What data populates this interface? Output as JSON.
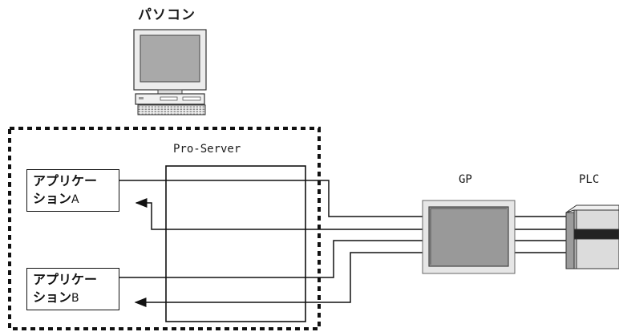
{
  "pc": {
    "label": "パソコン"
  },
  "server": {
    "label": "Pro-Server"
  },
  "gp": {
    "label": "GP"
  },
  "plc": {
    "label": "PLC"
  },
  "apps": [
    {
      "line1": "アプリケー",
      "line2": "ション",
      "suffix": "A"
    },
    {
      "line1": "アプリケー",
      "line2": "ション",
      "suffix": "B"
    }
  ]
}
